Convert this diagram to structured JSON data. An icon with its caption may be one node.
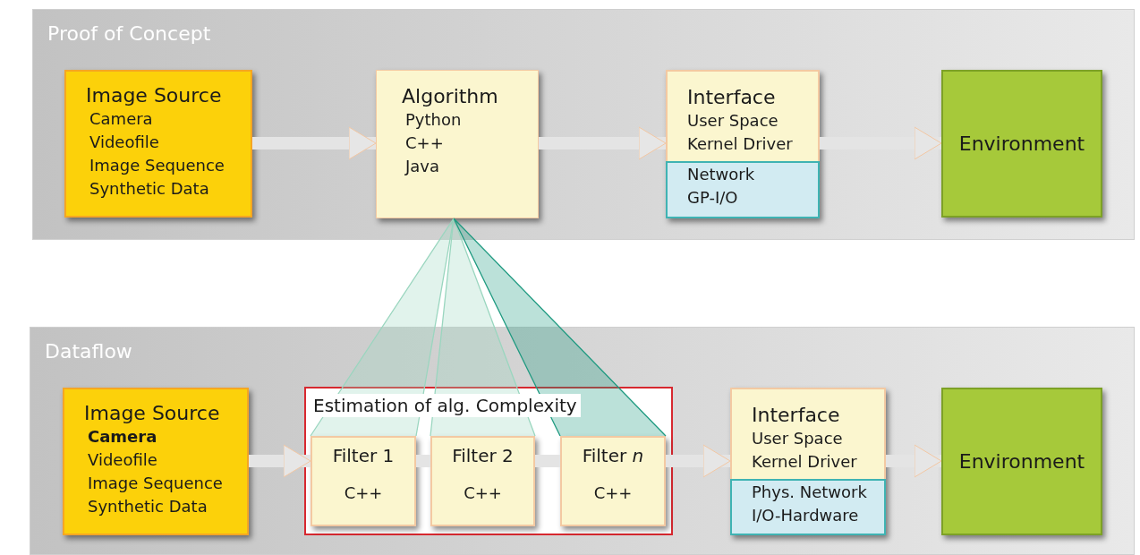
{
  "diagram": {
    "nodes": [
      {
        "text": [
          "Proof of Concept"
        ]
      },
      {
        "text": [
          "Image Source",
          "Camera",
          "Videofile",
          "Image Sequence",
          "Synthetic Data"
        ],
        "in": 0
      },
      {
        "text": [
          "Algorithm",
          "Python",
          "C++",
          "Java"
        ],
        "in": 0
      },
      {
        "text": [
          "Interface",
          "User Space",
          "Kernel Driver"
        ],
        "in": 0
      },
      {
        "text": [
          "Network",
          "GP-I/O"
        ],
        "in": 3
      },
      {
        "text": [
          "Environment"
        ],
        "in": 0
      },
      {
        "text": [
          "Dataflow"
        ]
      },
      {
        "text": [
          "Image Source",
          "**Camera**",
          "Videofile",
          "Image Sequence",
          "Synthetic Data"
        ],
        "in": 6
      },
      {
        "text": [
          "Estimation of alg. Complexity"
        ],
        "in": 6
      },
      {
        "text": [
          "Filter 1",
          "C++"
        ],
        "in": 8
      },
      {
        "text": [
          "Filter 2",
          "C++"
        ],
        "in": 8
      },
      {
        "text": [
          "Filter *n*",
          "C++"
        ],
        "in": 8
      },
      {
        "text": [
          "Interface",
          "User Space",
          "Kernel Driver"
        ],
        "in": 6
      },
      {
        "text": [
          "Phys. Network",
          "I/O-Hardware"
        ],
        "in": 12
      },
      {
        "text": [
          "Environment"
        ],
        "in": 6
      }
    ],
    "edges": [
      {
        "from": 1,
        "to": 2,
        "arrow": "to"
      },
      {
        "from": 2,
        "to": 3,
        "arrow": "to"
      },
      {
        "from": 3,
        "to": 5,
        "arrow": "to"
      },
      {
        "from": 2,
        "to": 9,
        "arrow": "none",
        "color": "#9ad6bf"
      },
      {
        "from": 2,
        "to": 10,
        "arrow": "none",
        "color": "#9ad6bf"
      },
      {
        "from": 2,
        "to": 11,
        "arrow": "none",
        "color": "#1f9a80"
      },
      {
        "from": 7,
        "to": 9,
        "arrow": "to"
      },
      {
        "from": 9,
        "to": 10,
        "arrow": "none"
      },
      {
        "from": 10,
        "to": 11,
        "arrow": "none"
      },
      {
        "from": 11,
        "to": 12,
        "arrow": "to"
      },
      {
        "from": 12,
        "to": 14,
        "arrow": "to"
      }
    ]
  }
}
